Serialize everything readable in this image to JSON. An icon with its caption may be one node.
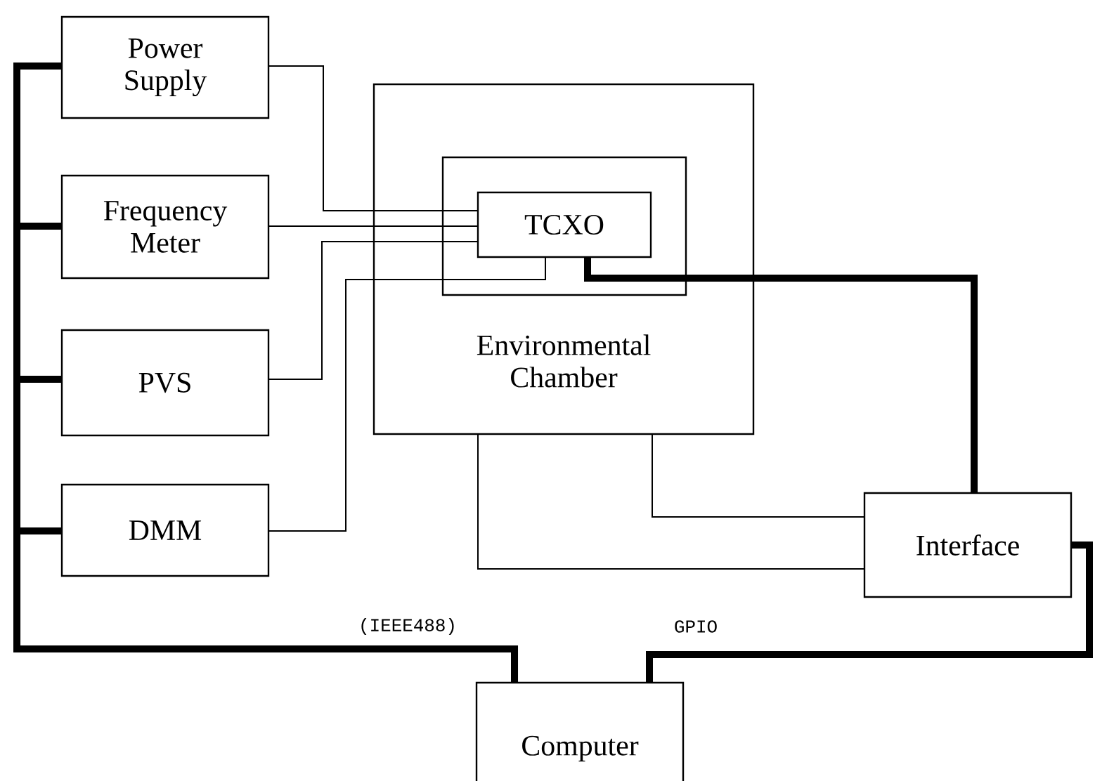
{
  "diagram": {
    "nodes": [
      {
        "text": [
          "Power Supply"
        ]
      },
      {
        "text": [
          "Frequency Meter"
        ]
      },
      {
        "text": [
          "PVS"
        ]
      },
      {
        "text": [
          "DMM"
        ]
      },
      {
        "text": [
          "Environmental Chamber"
        ]
      },
      {
        "text": [],
        "shape": "box",
        "in": 4
      },
      {
        "text": [
          "TCXO"
        ],
        "in": 5
      },
      {
        "text": [
          "Interface"
        ]
      },
      {
        "text": [
          "Computer"
        ]
      }
    ],
    "edges": [
      {
        "from": 0,
        "to": 6,
        "arrow": "none"
      },
      {
        "from": 1,
        "to": 6,
        "arrow": "none"
      },
      {
        "from": 2,
        "to": 6,
        "arrow": "none"
      },
      {
        "from": 3,
        "to": 6,
        "arrow": "none"
      },
      {
        "from": 6,
        "to": 7,
        "arrow": "none",
        "style": "thick"
      },
      {
        "from": 4,
        "to": 7,
        "arrow": "none"
      },
      {
        "from": 4,
        "to": 7,
        "arrow": "none"
      },
      {
        "from": 8,
        "to": 0,
        "arrow": "none",
        "style": "thick",
        "label": "(IEEE488)"
      },
      {
        "from": 8,
        "to": 1,
        "arrow": "none",
        "style": "thick"
      },
      {
        "from": 8,
        "to": 2,
        "arrow": "none",
        "style": "thick"
      },
      {
        "from": 8,
        "to": 3,
        "arrow": "none",
        "style": "thick"
      },
      {
        "from": 8,
        "to": 7,
        "arrow": "none",
        "style": "thick",
        "label": "GPIO"
      }
    ]
  }
}
